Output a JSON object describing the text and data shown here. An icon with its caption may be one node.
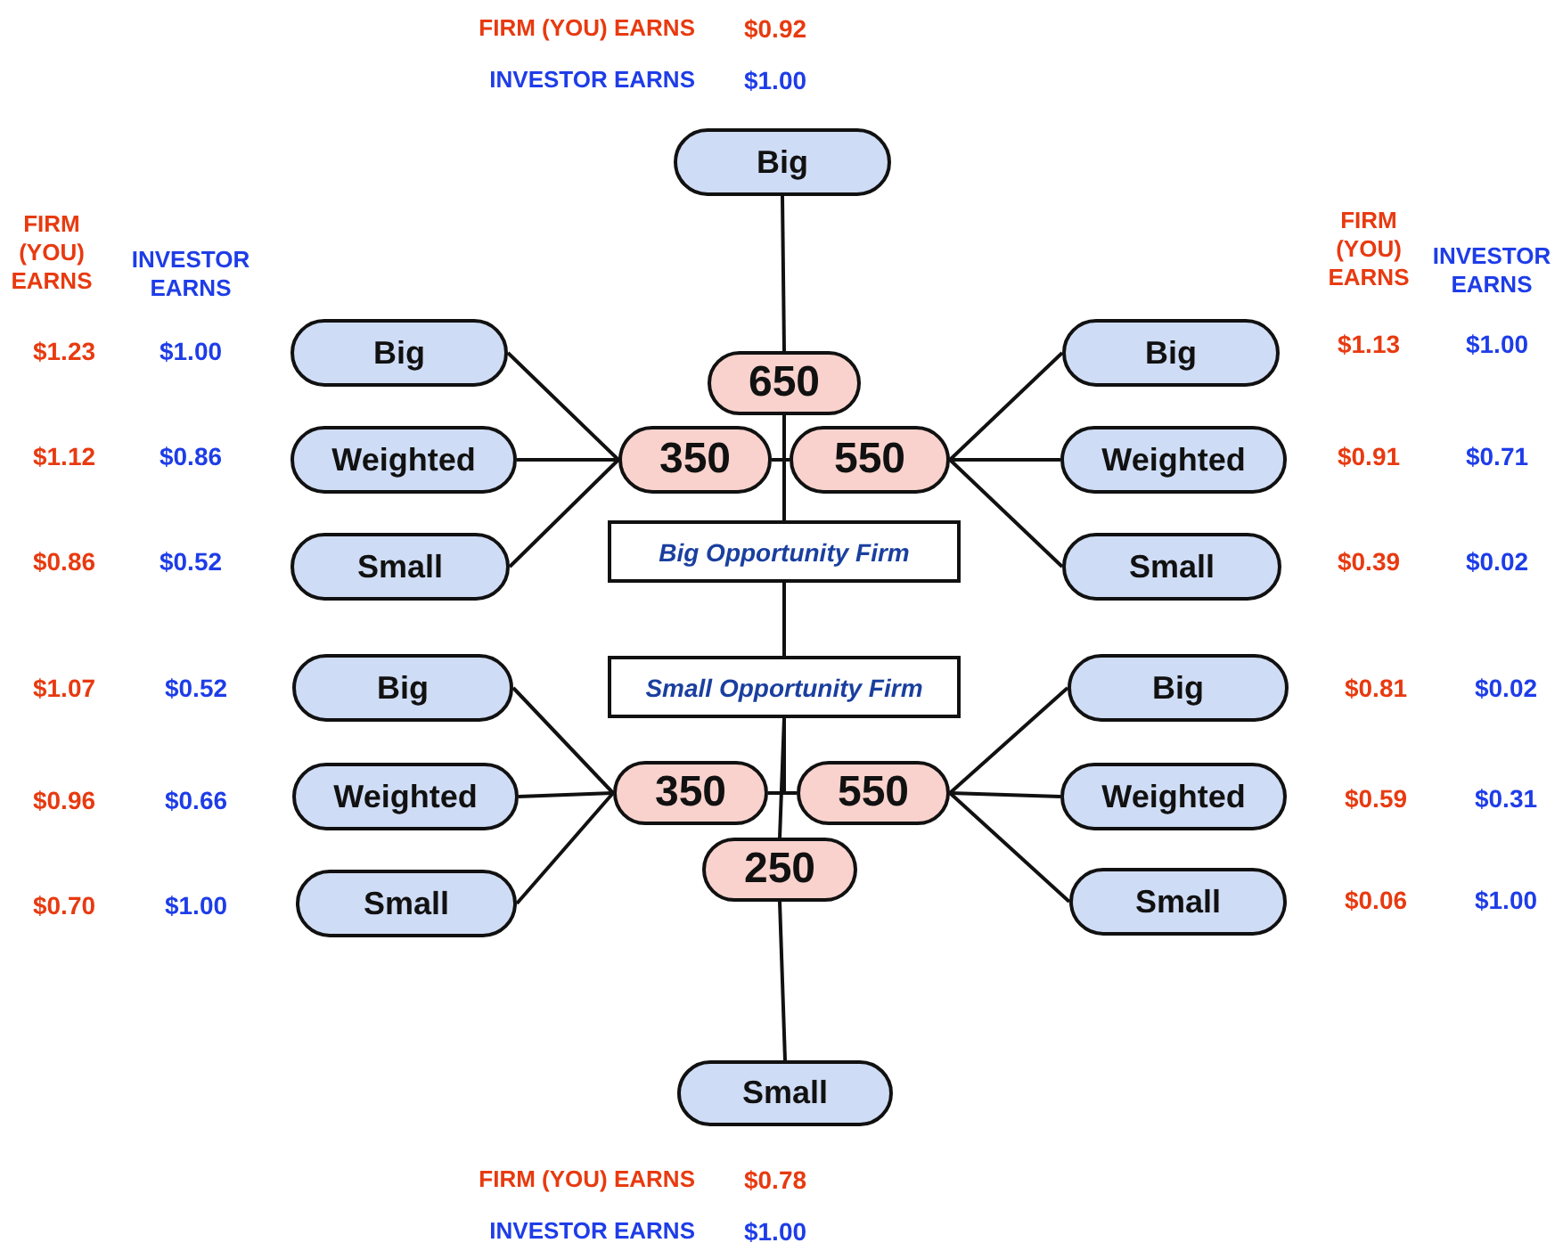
{
  "diagram": {
    "nodes": [
      {
        "text": [
          "Big"
        ],
        "beside": [
          "$0.92",
          "$1.00"
        ]
      },
      {
        "text": [
          "Big"
        ],
        "beside": [
          "$1.23",
          "$1.00"
        ]
      },
      {
        "text": [
          "Big"
        ],
        "beside": [
          "$1.13",
          "$1.00"
        ]
      },
      {
        "text": [
          "650"
        ]
      },
      {
        "text": [
          "350"
        ]
      },
      {
        "text": [
          "550"
        ]
      },
      {
        "text": [
          "Weighted"
        ],
        "beside": [
          "$1.12",
          "$0.86"
        ]
      },
      {
        "text": [
          "Weighted"
        ],
        "beside": [
          "$0.91",
          "$0.71"
        ]
      },
      {
        "text": [
          "Small"
        ],
        "beside": [
          "$0.86",
          "$0.52"
        ]
      },
      {
        "text": [
          "Small"
        ],
        "beside": [
          "$0.39",
          "$0.02"
        ]
      },
      {
        "text": [
          "Big Opportunity Firm"
        ]
      },
      {
        "text": [
          "Small Opportunity Firm"
        ]
      },
      {
        "text": [
          "Big"
        ],
        "beside": [
          "$1.07",
          "$0.52"
        ]
      },
      {
        "text": [
          "Big"
        ],
        "beside": [
          "$0.81",
          "$0.02"
        ]
      },
      {
        "text": [
          "350"
        ]
      },
      {
        "text": [
          "550"
        ]
      },
      {
        "text": [
          "Weighted"
        ],
        "beside": [
          "$0.96",
          "$0.66"
        ]
      },
      {
        "text": [
          "Weighted"
        ],
        "beside": [
          "$0.59",
          "$0.31"
        ]
      },
      {
        "text": [
          "Small"
        ],
        "beside": [
          "$0.70",
          "$1.00"
        ]
      },
      {
        "text": [
          "Small"
        ],
        "beside": [
          "$0.06",
          "$1.00"
        ]
      },
      {
        "text": [
          "250"
        ]
      },
      {
        "text": [
          "Small"
        ],
        "beside": [
          "$0.78",
          "$1.00"
        ]
      }
    ],
    "edges": [
      {
        "from": 3,
        "to": 0,
        "arrow": "none"
      },
      {
        "from": 10,
        "to": 3,
        "arrow": "none"
      },
      {
        "from": 10,
        "to": 4,
        "arrow": "none"
      },
      {
        "from": 10,
        "to": 5,
        "arrow": "none"
      },
      {
        "from": 4,
        "to": 1,
        "arrow": "none"
      },
      {
        "from": 4,
        "to": 6,
        "arrow": "none"
      },
      {
        "from": 4,
        "to": 8,
        "arrow": "none"
      },
      {
        "from": 5,
        "to": 2,
        "arrow": "none"
      },
      {
        "from": 5,
        "to": 7,
        "arrow": "none"
      },
      {
        "from": 5,
        "to": 9,
        "arrow": "none"
      },
      {
        "from": 10,
        "to": 11,
        "arrow": "none"
      },
      {
        "from": 11,
        "to": 20,
        "arrow": "none"
      },
      {
        "from": 11,
        "to": 14,
        "arrow": "none"
      },
      {
        "from": 11,
        "to": 15,
        "arrow": "none"
      },
      {
        "from": 14,
        "to": 12,
        "arrow": "none"
      },
      {
        "from": 14,
        "to": 16,
        "arrow": "none"
      },
      {
        "from": 14,
        "to": 18,
        "arrow": "none"
      },
      {
        "from": 15,
        "to": 13,
        "arrow": "none"
      },
      {
        "from": 15,
        "to": 17,
        "arrow": "none"
      },
      {
        "from": 15,
        "to": 19,
        "arrow": "none"
      },
      {
        "from": 20,
        "to": 21,
        "arrow": "none"
      }
    ],
    "labels": [
      "FIRM (YOU) EARNS",
      "INVESTOR EARNS",
      "FIRM (YOU) EARNS",
      "INVESTOR EARNS",
      "FIRM (YOU) EARNS",
      "INVESTOR EARNS",
      "FIRM (YOU) EARNS",
      "INVESTOR EARNS"
    ]
  }
}
